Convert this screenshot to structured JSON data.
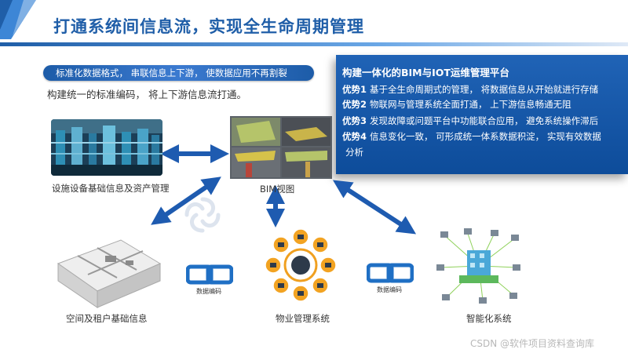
{
  "title": "打通系统间信息流，实现全生命周期管理",
  "pill_text": "标准化数据格式， 串联信息上下游， 使数据应用不再割裂",
  "subtitle": "构建统一的标准编码， 将上下游信息流打通。",
  "panel": {
    "title": "构建一体化的BIM与IOT运维管理平台",
    "advantages": [
      {
        "label": "优势1",
        "text": "基于全生命周期式的管理， 将数据信息从开始就进行存储"
      },
      {
        "label": "优势2",
        "text": "物联网与管理系统全面打通， 上下游信息畅通无阻"
      },
      {
        "label": "优势3",
        "text": "发现故障或问题平台中功能联合应用， 避免系统操作滞后"
      },
      {
        "label": "优势4",
        "text": "信息变化一致， 可形成统一体系数据积淀， 实现有效数据"
      },
      {
        "label": "",
        "text": "分析"
      }
    ]
  },
  "nodes": {
    "facility": "设施设备基础信息及资产管理",
    "bim": "BIM视图",
    "space": "空间及租户基础信息",
    "property": "物业管理系统",
    "smart": "智能化系统"
  },
  "link_labels": [
    "数据编码",
    "数据编码"
  ],
  "watermark": "CSDN @软件项目资料查询库",
  "colors": {
    "primary": "#1f5ea8",
    "panel": "#1558a8",
    "arrow": "#1e5bb0",
    "accent_cyan": "#2fa3e0"
  }
}
